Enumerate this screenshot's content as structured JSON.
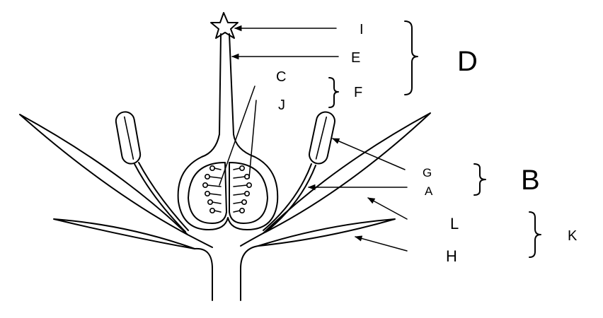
{
  "diagram": {
    "labels": {
      "I": "I",
      "E": "E",
      "C": "C",
      "J": "J",
      "F": "F",
      "D": "D",
      "G": "G",
      "A": "A",
      "B": "B",
      "L": "L",
      "H": "H",
      "K": "K"
    },
    "colors": {
      "ink": "#000000",
      "background": "#ffffff"
    }
  }
}
